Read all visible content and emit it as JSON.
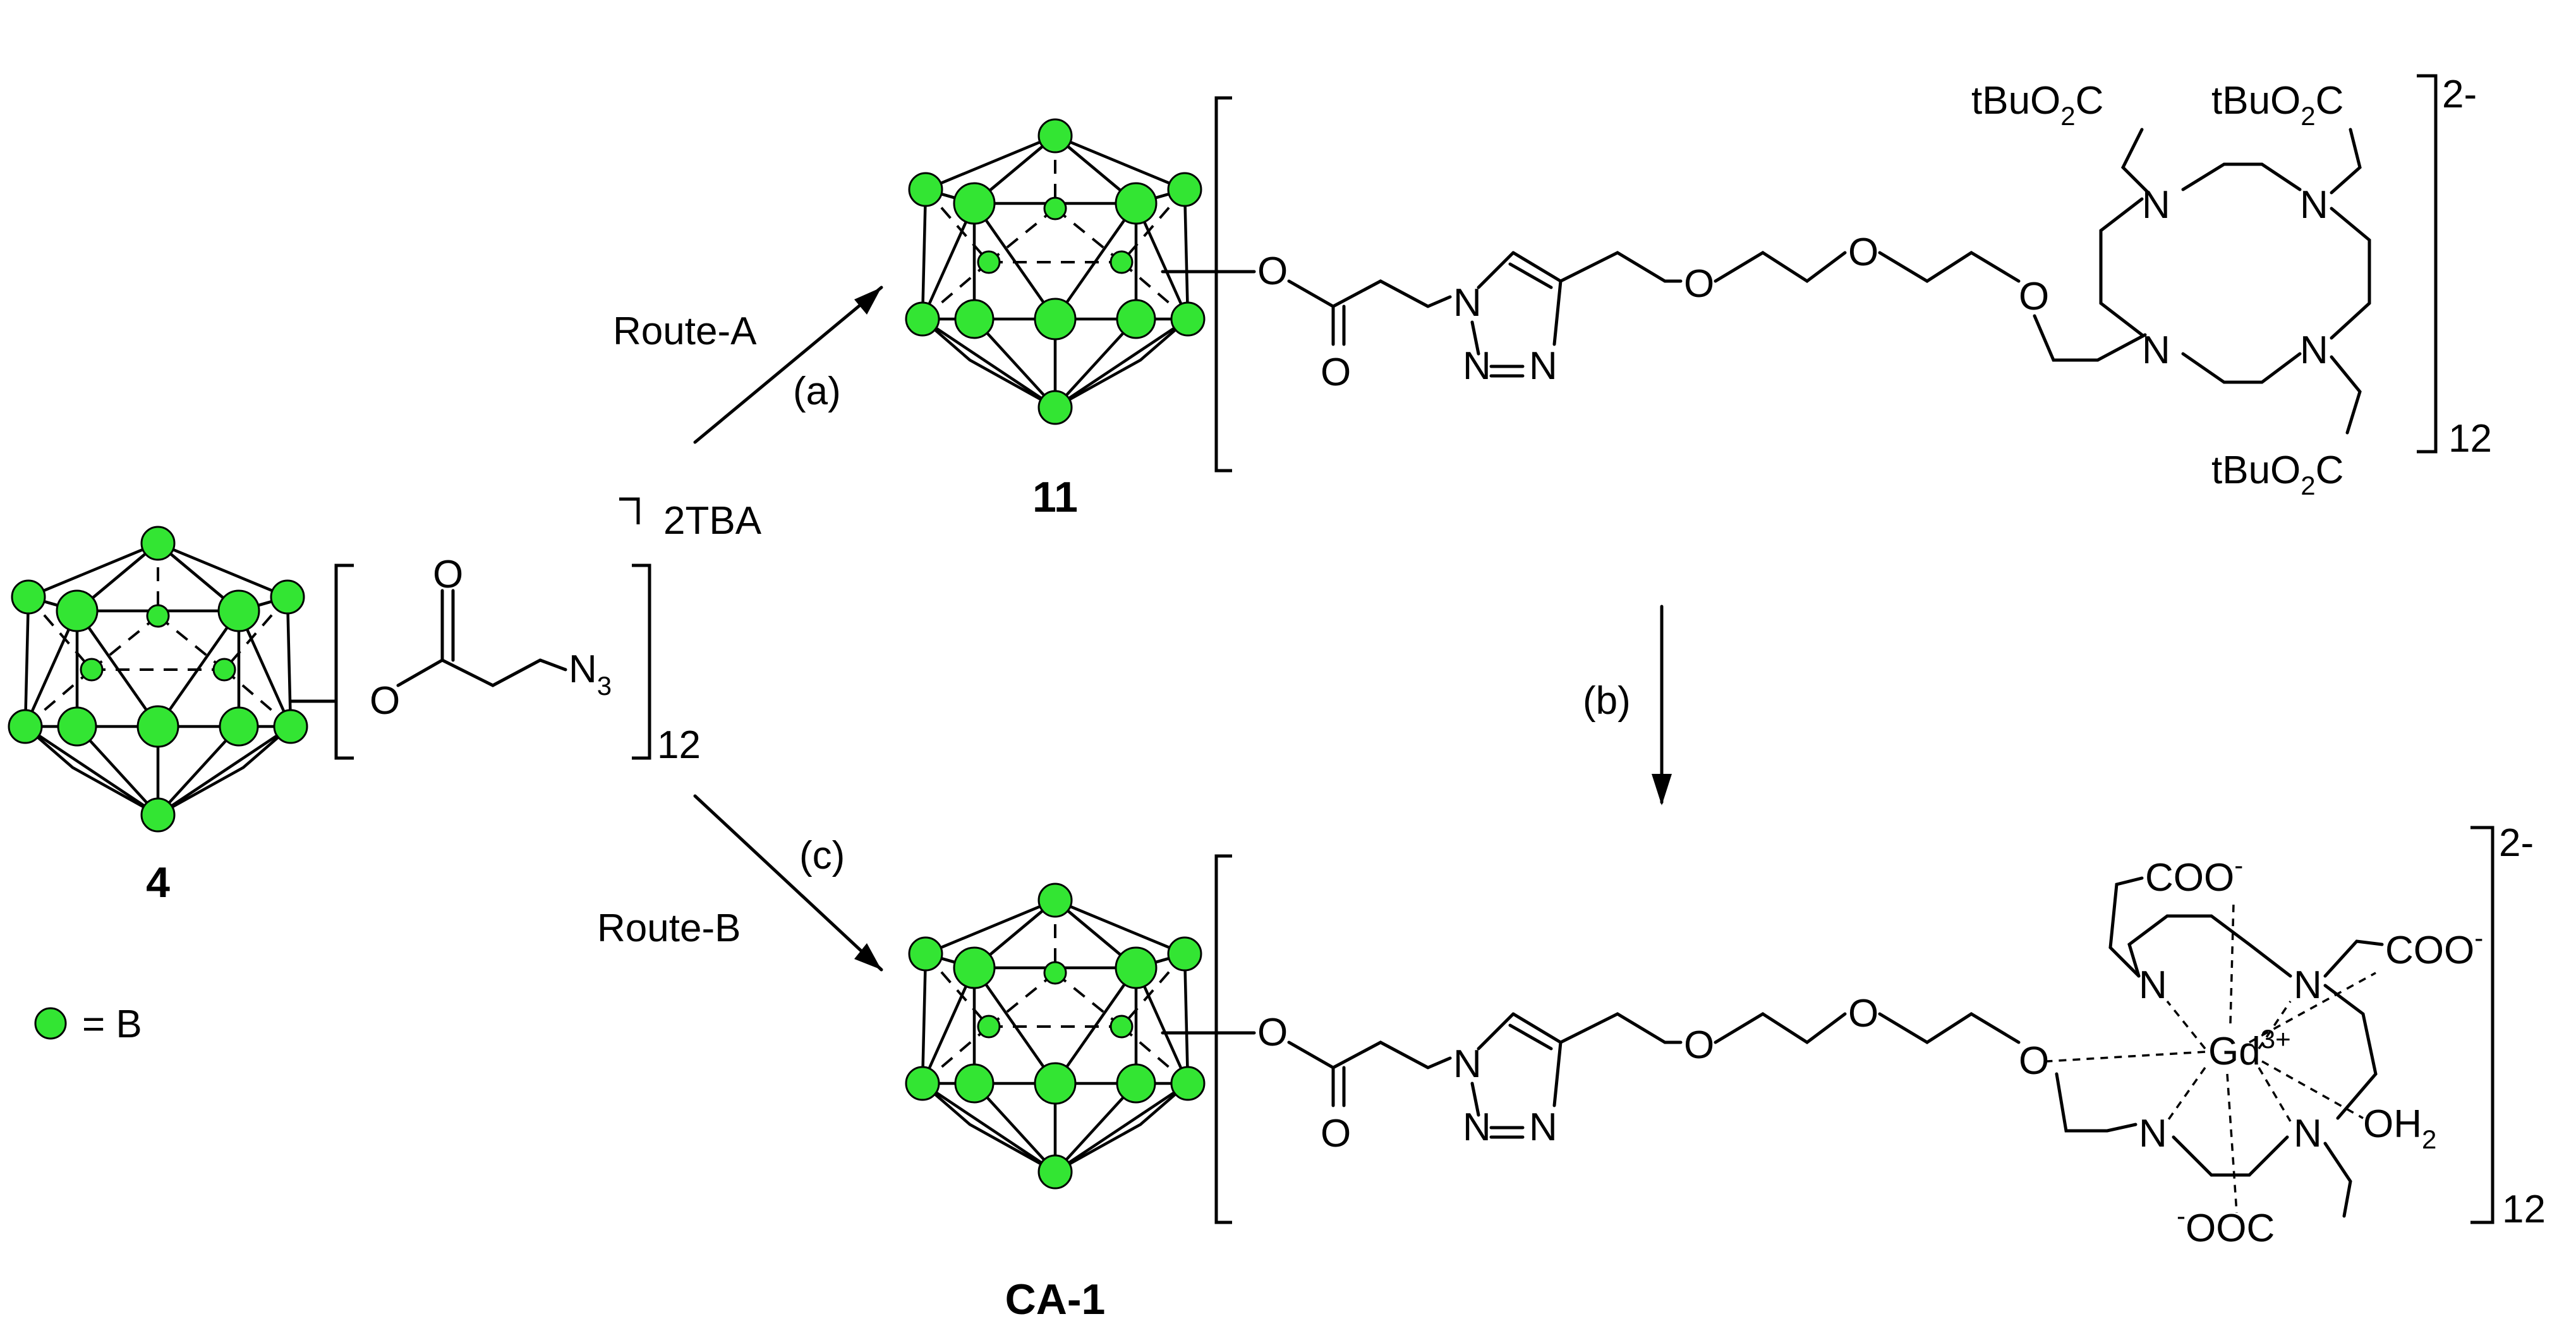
{
  "compounds": {
    "start": {
      "label": "4",
      "counterion": "2TBA",
      "multiplier": "12"
    },
    "intermediate": {
      "label": "11",
      "charge": "2-",
      "multiplier": "12"
    },
    "product": {
      "label": "CA-1",
      "charge": "2-",
      "multiplier": "12"
    }
  },
  "routes": {
    "a": {
      "name": "Route-A",
      "step": "(a)"
    },
    "b": {
      "step": "(b)"
    },
    "c": {
      "name": "Route-B",
      "step": "(c)"
    }
  },
  "legend": {
    "text": "= B",
    "color": "#33e533"
  },
  "atoms": {
    "o": "O",
    "n": "N",
    "n3": "N",
    "n3_sub": "3",
    "ester": "tBuO",
    "ester_sub": "2",
    "ester_c": "C",
    "coo": "COO",
    "coo_sup": "-",
    "ooc_pre": "-",
    "ooc": "OOC",
    "gd": "Gd",
    "gd_sup": "3+",
    "oh": "OH",
    "oh_sub": "2"
  }
}
